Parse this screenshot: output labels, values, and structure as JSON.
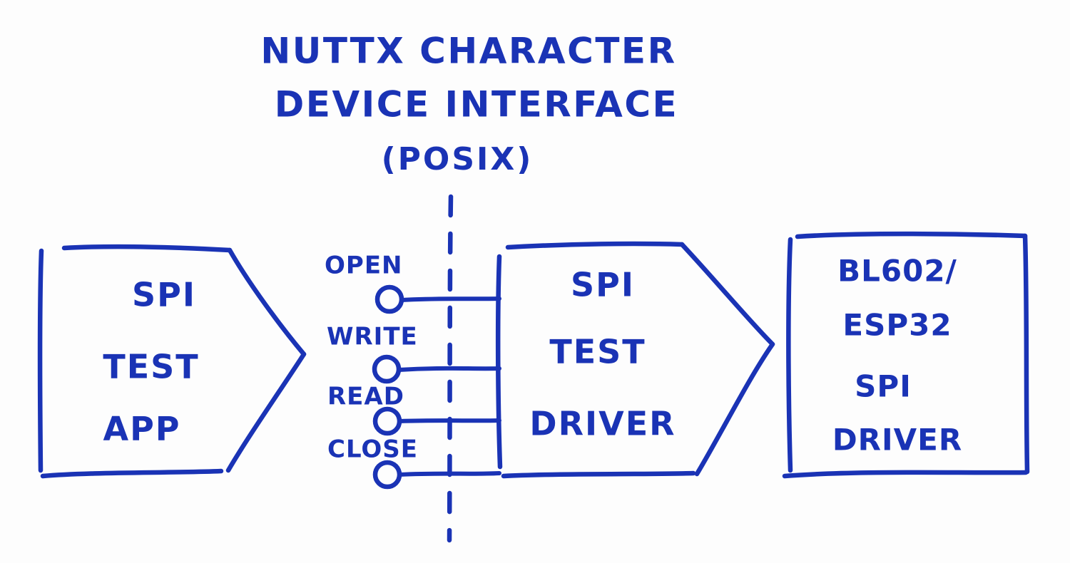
{
  "meta": {
    "kind": "hand-drawn-architecture-diagram",
    "ink_color": "#1a33b5",
    "background_color": "#fdfdfd"
  },
  "title": {
    "line1": "NUTTX CHARACTER",
    "line2": "DEVICE INTERFACE",
    "line3": "(POSIX)"
  },
  "blocks": {
    "left": {
      "name": "spi-test-app",
      "shape": "arrow-pentagon-right",
      "lines": [
        "SPI",
        "TEST",
        "APP"
      ]
    },
    "middle": {
      "name": "spi-test-driver",
      "shape": "arrow-pentagon-right",
      "lines": [
        "SPI",
        "TEST",
        "DRIVER"
      ]
    },
    "right": {
      "name": "chip-spi-driver",
      "shape": "rectangle",
      "lines": [
        "BL602/",
        "ESP32",
        "SPI",
        "DRIVER"
      ]
    }
  },
  "api_calls": [
    {
      "label": "OPEN",
      "name": "open"
    },
    {
      "label": "WRITE",
      "name": "write"
    },
    {
      "label": "READ",
      "name": "read"
    },
    {
      "label": "CLOSE",
      "name": "close"
    }
  ],
  "boundary": {
    "name": "posix-interface-boundary",
    "style": "vertical-dashed-line"
  }
}
